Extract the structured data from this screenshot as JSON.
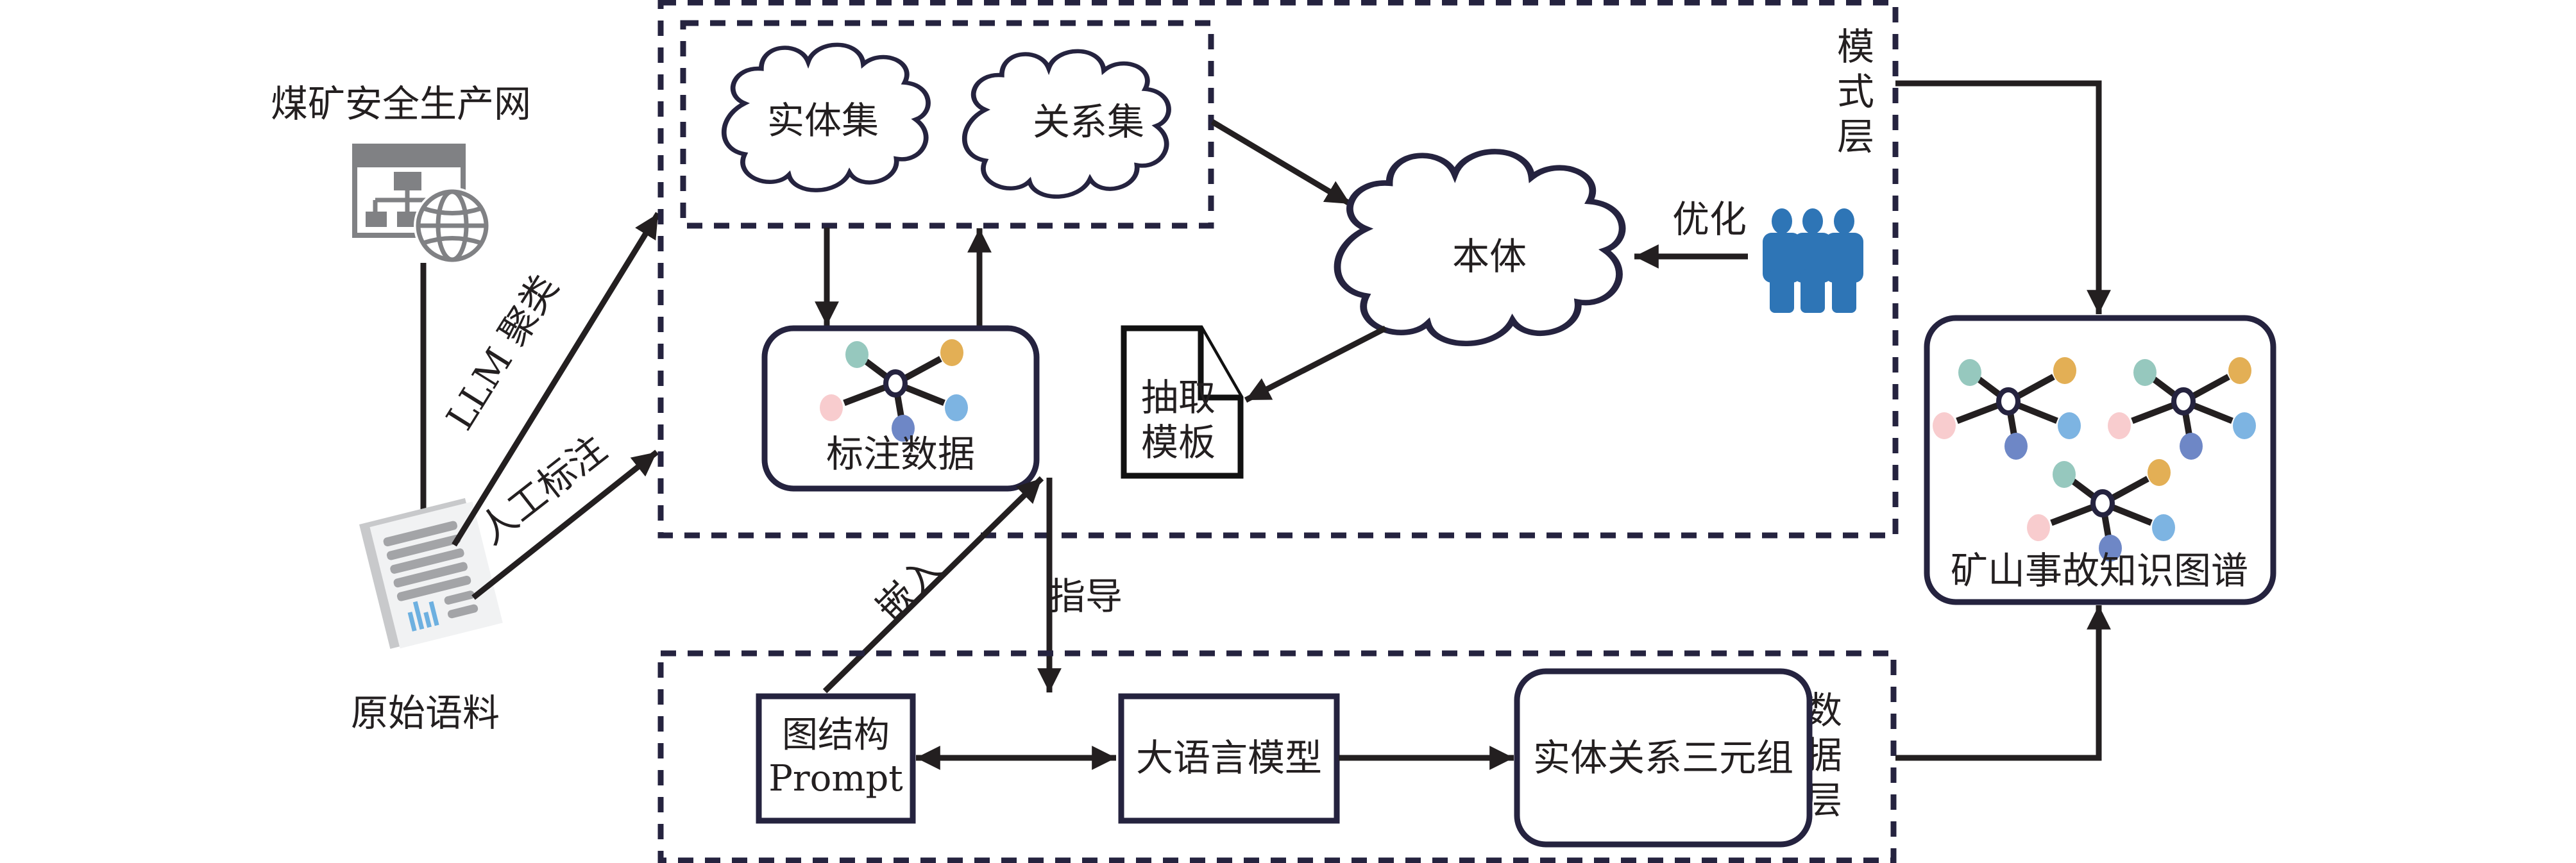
{
  "sources": {
    "web_label": "煤矿安全生产网",
    "corpus_label": "原始语料",
    "web_icon": "web-network-icon",
    "corpus_icon": "document-icon"
  },
  "arrows": {
    "llm_cluster": "LLM 聚类",
    "manual_annotation": "人工标注",
    "embed": "嵌入",
    "guide": "指导",
    "optimize": "优化"
  },
  "schema_layer": {
    "label_chars": [
      "模",
      "式",
      "层"
    ],
    "entity_set": "实体集",
    "relation_set": "关系集",
    "annotated_data": "标注数据",
    "ontology": "本体",
    "template_line1": "抽取",
    "template_line2": "模板",
    "experts_icon": "people-icon"
  },
  "data_layer": {
    "label_chars": [
      "数",
      "据",
      "层"
    ],
    "prompt_line1": "图结构",
    "prompt_line2": "Prompt",
    "llm": "大语言模型",
    "triples": "实体关系三元组"
  },
  "output": {
    "kg_label": "矿山事故知识图谱",
    "kg_icon": "knowledge-graph-icon"
  },
  "colors": {
    "node_teal": "#96C8BE",
    "node_orange": "#E3AF55",
    "node_pink": "#F8CCCE",
    "node_lightblue": "#7DB4E2",
    "node_blue": "#6E87C6",
    "people_blue": "#2E75B6",
    "icon_gray": "#808184"
  }
}
